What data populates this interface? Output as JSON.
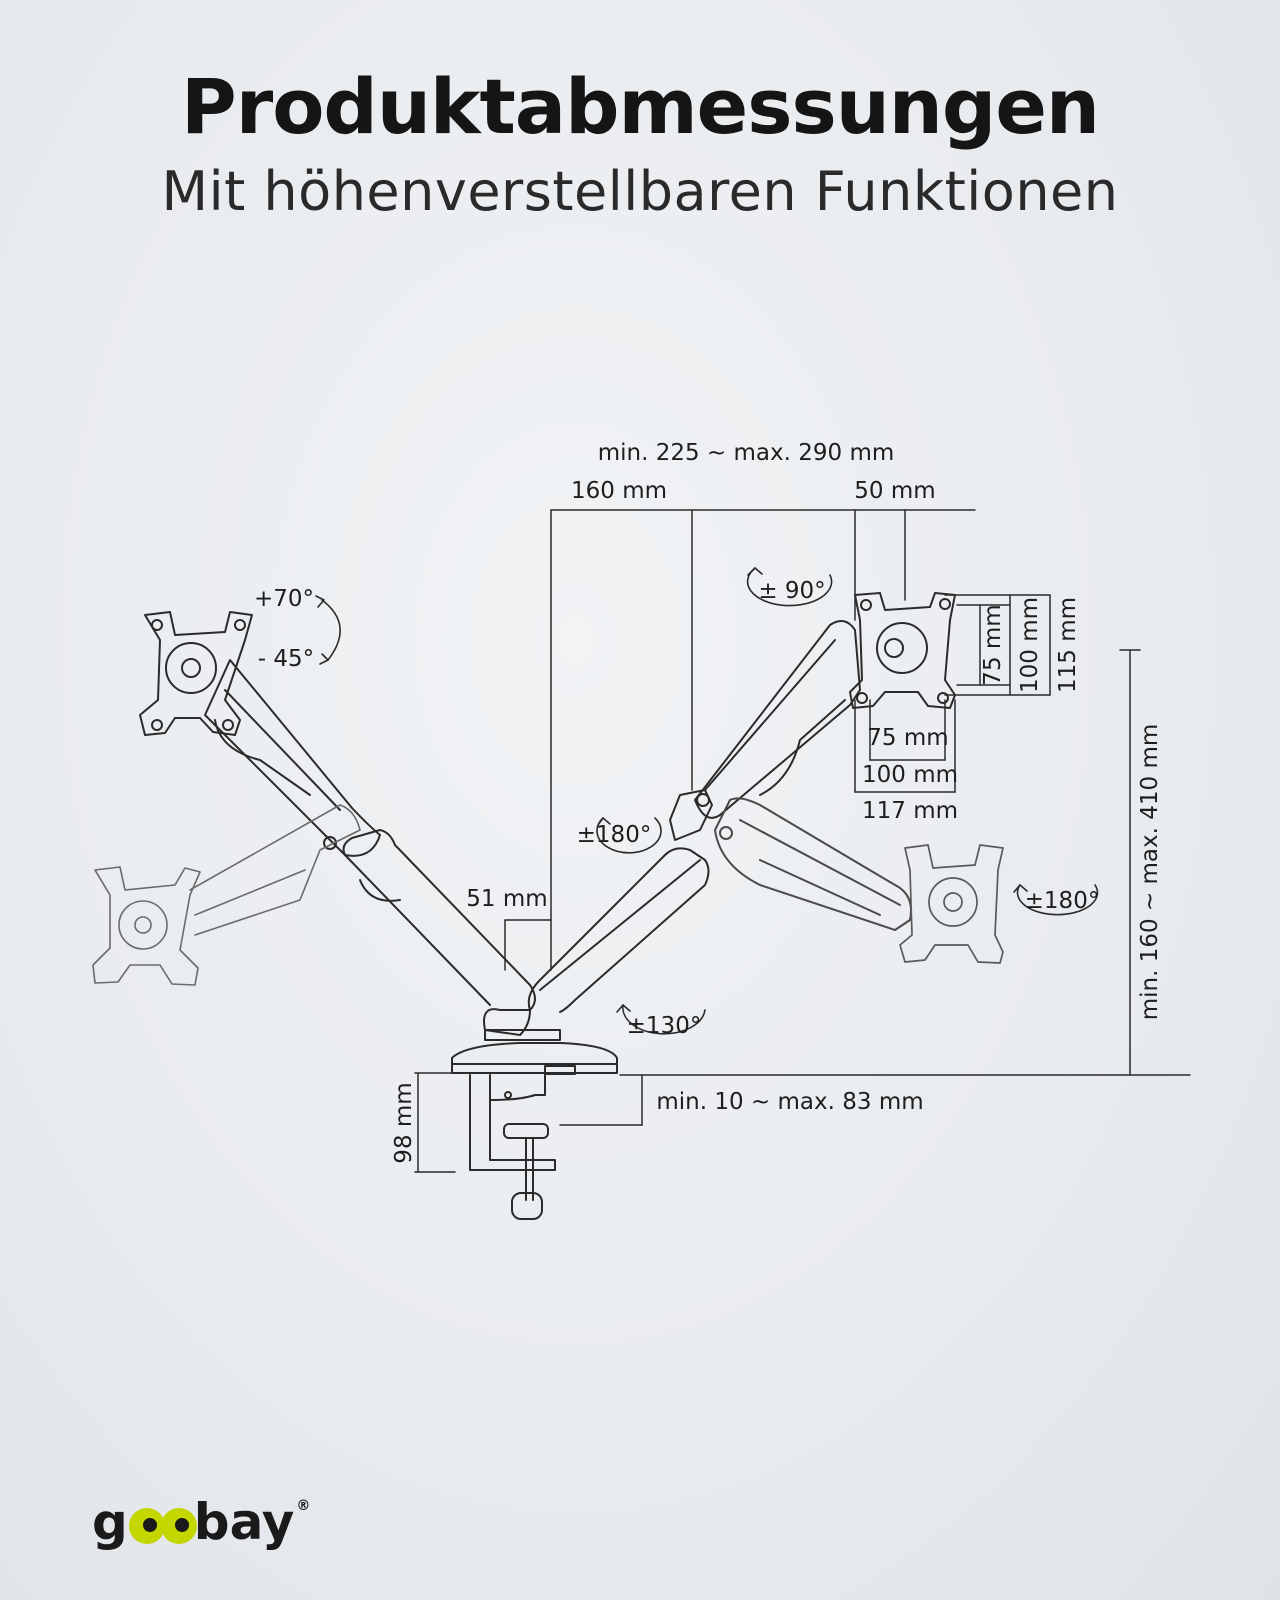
{
  "header": {
    "title": "Produktabmessungen",
    "subtitle": "Mit höhenverstellbaren Funktionen"
  },
  "dimensions": {
    "arm_reach": "min. 225 ~ max. 290 mm",
    "pole_to_joint": "160 mm",
    "joint_to_plate": "50 mm",
    "vesa_height_75": "75 mm",
    "vesa_height_100": "100 mm",
    "plate_height": "115 mm",
    "vesa_width_75": "75 mm",
    "vesa_width_100": "100 mm",
    "plate_width": "117 mm",
    "base_offset": "51 mm",
    "height_range": "min. 160 ~ max. 410 mm",
    "desk_thickness": "min. 10 ~ max. 83 mm",
    "clamp_height": "98 mm"
  },
  "rotations": {
    "tilt_up": "+70°",
    "tilt_down": "- 45°",
    "rotate_right_top": "± 90°",
    "swivel_joint": "±180°",
    "rotate_right_low": "±180°",
    "base_swivel": "±130°"
  },
  "logo": {
    "brand": "goobay",
    "registered": "®"
  },
  "colors": {
    "line": "#2b2b2b",
    "accent": "#c4d600",
    "background": "#eceff2"
  }
}
